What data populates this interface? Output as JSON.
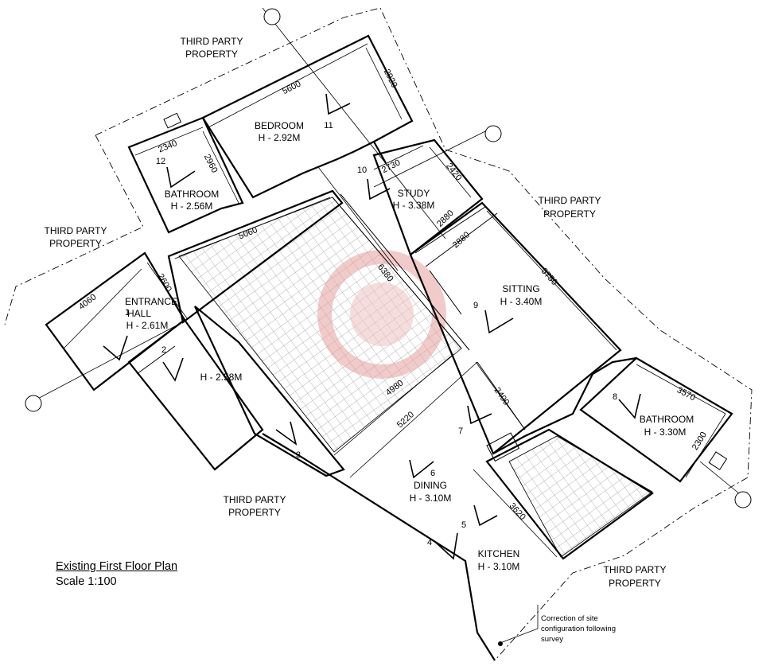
{
  "title": "Existing First Floor Plan",
  "scale": "Scale 1:100",
  "rooms": [
    {
      "name": "BEDROOM",
      "height": "H - 2.92M",
      "number": "11"
    },
    {
      "name": "BATHROOM",
      "height": "H - 2.56M",
      "number": "12"
    },
    {
      "name": "STUDY",
      "height": "H - 3.38M",
      "number": "10"
    },
    {
      "name": "SITTING",
      "height": "H - 3.40M",
      "number": "9"
    },
    {
      "name": "ENTRANCE",
      "name2": "HALL",
      "height": "H - 2.61M",
      "number": "1"
    },
    {
      "name": "",
      "height": "H - 2.58M",
      "number": "2"
    },
    {
      "name": "BATHROOM",
      "height": "H - 3.30M",
      "number": "8"
    },
    {
      "name": "DINING",
      "height": "H - 3.10M",
      "number": "6"
    },
    {
      "name": "KITCHEN",
      "height": "H - 3.10M",
      "number": "4"
    }
  ],
  "extra_numbers": [
    "3",
    "5",
    "7"
  ],
  "third_party": {
    "line1": "THIRD PARTY",
    "line2": "PROPERTY"
  },
  "dimensions": [
    "5600",
    "2920",
    "2340",
    "2960",
    "2730",
    "2420",
    "2880",
    "2880",
    "5060",
    "6380",
    "5750",
    "4060",
    "2600",
    "4980",
    "5220",
    "2400",
    "3570",
    "2300",
    "3620"
  ],
  "note": {
    "line1": "Correction of site",
    "line2": "configuration following",
    "line3": "survey"
  },
  "colors": {
    "lines": "#000000",
    "hatch": "#9a9a9a",
    "watermark": "#e9a9a9"
  }
}
